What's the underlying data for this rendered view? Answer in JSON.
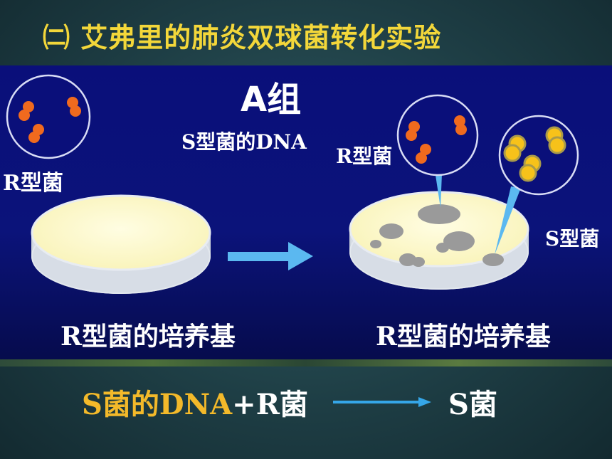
{
  "title": "㈡ 艾弗里的肺炎双球菌转化实验",
  "diagram": {
    "group_label": "A组",
    "s_dna_label": "S型菌的DNA",
    "r_bacteria_left_label": "R型菌",
    "r_bacteria_right_label": "R型菌",
    "s_bacteria_label": "S型菌",
    "left_medium_label": "R型菌的培养基",
    "right_medium_label": "R型菌的培养基"
  },
  "equation": {
    "left": "S菌的DNA",
    "plus": "+R菌",
    "right": "S菌"
  },
  "colors": {
    "title": "#f3d73a",
    "r_bacteria": "#f06a1e",
    "s_bacteria": "#f7c21a",
    "arrow": "#5bb8f0",
    "dish_fill": "#fffbcf"
  }
}
